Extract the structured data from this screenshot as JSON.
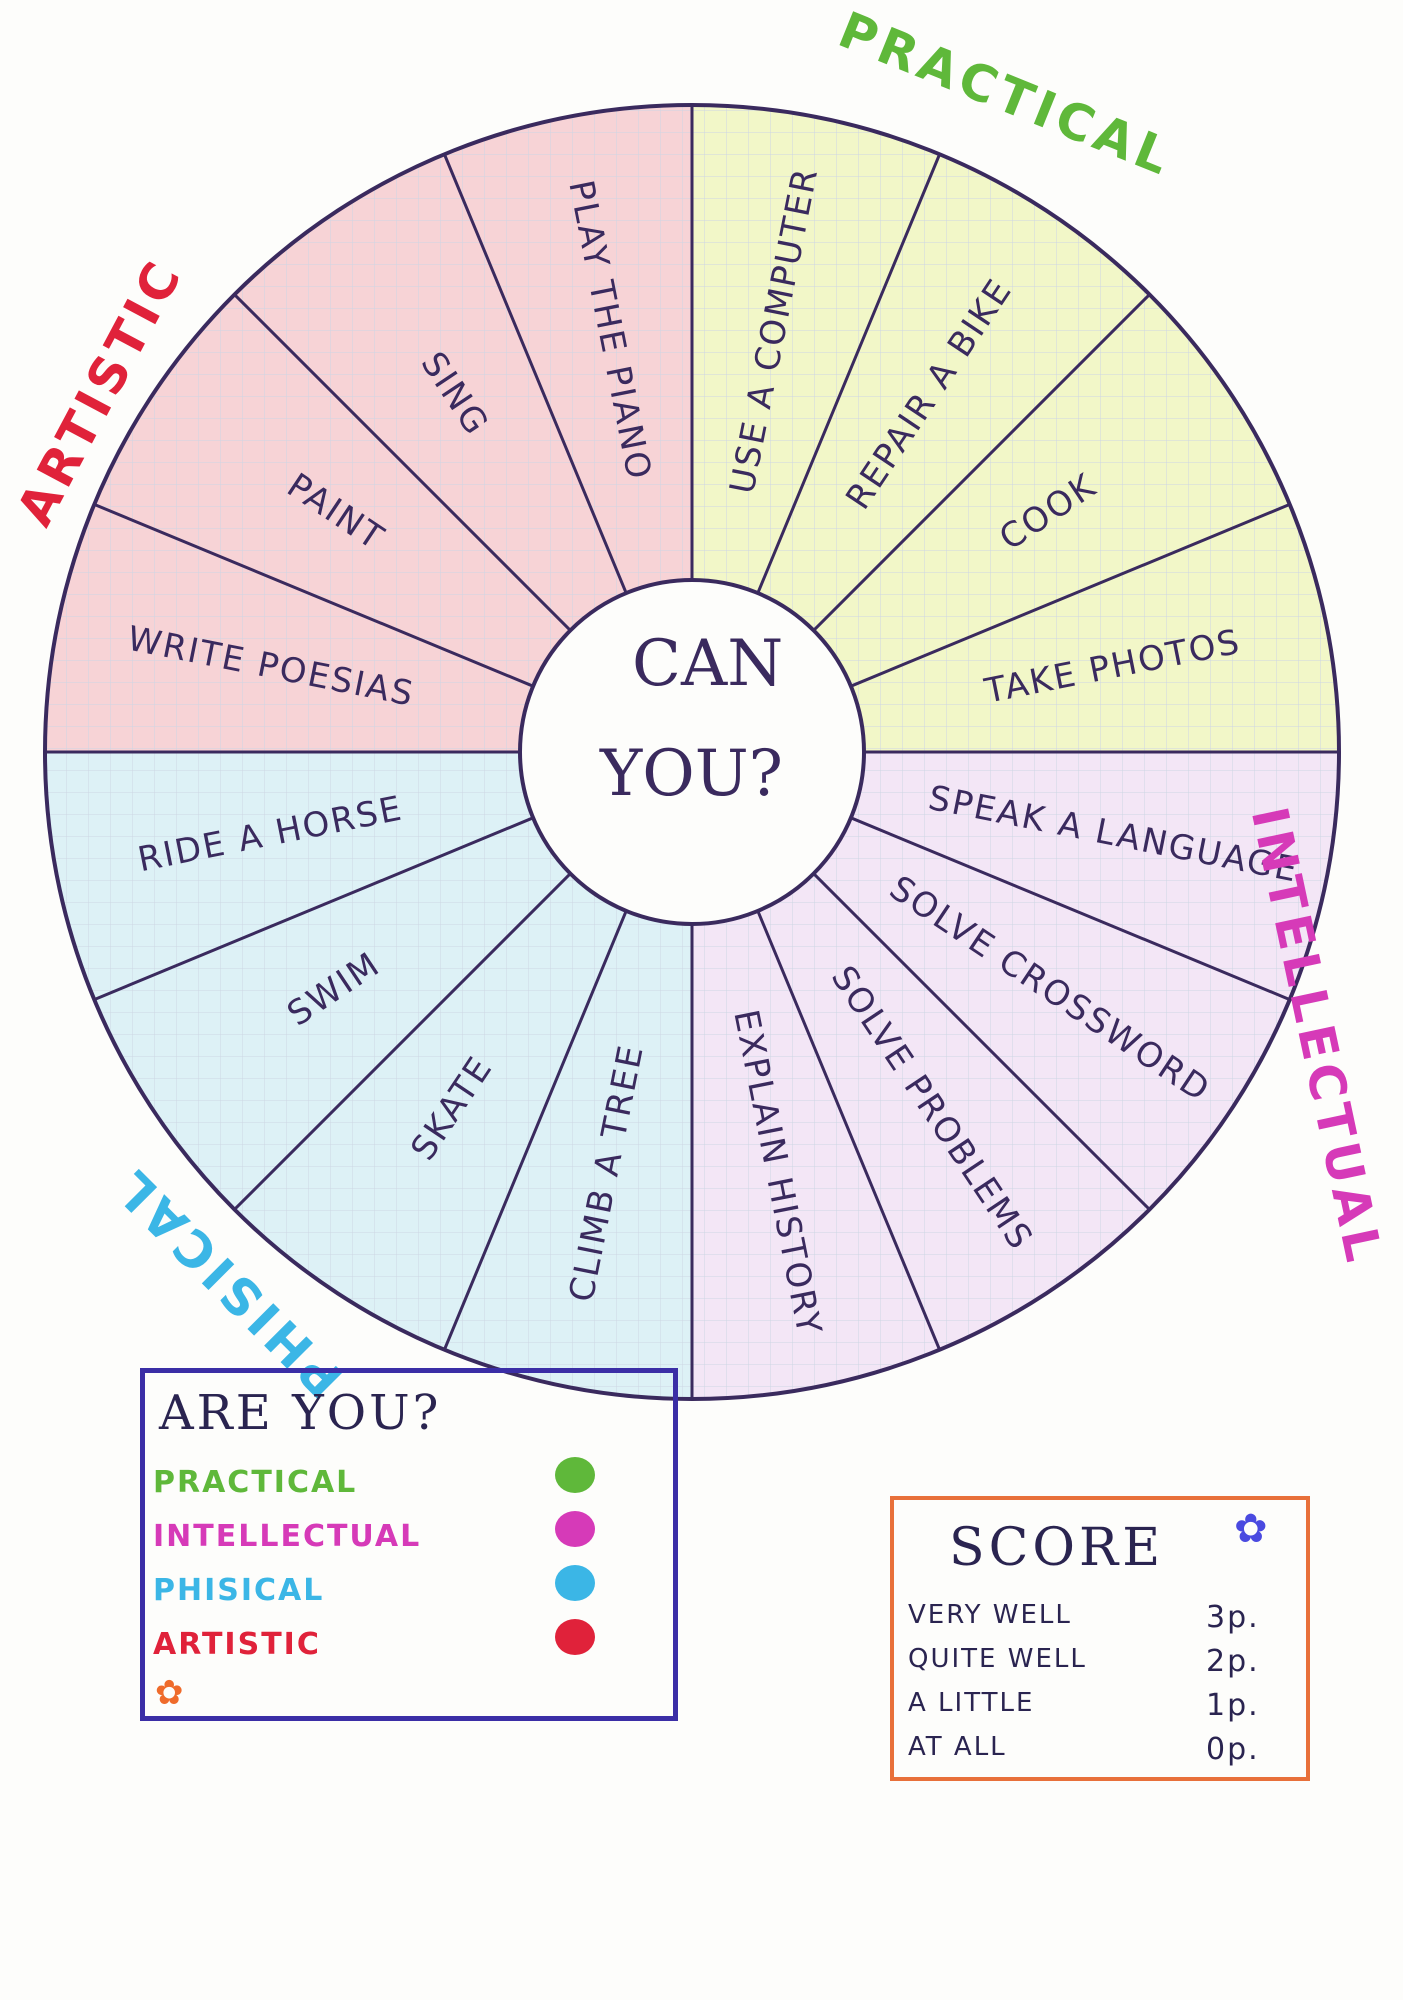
{
  "center": {
    "line1": "CAN",
    "line2": "YOU?"
  },
  "segments": [
    {
      "id": "use-computer",
      "label": "USE A COMPUTER",
      "group": "practical"
    },
    {
      "id": "repair-bike",
      "label": "REPAIR A BIKE",
      "group": "practical"
    },
    {
      "id": "cook",
      "label": "COOK",
      "group": "practical"
    },
    {
      "id": "take-photos",
      "label": "TAKE PHOTOS",
      "group": "practical"
    },
    {
      "id": "speak-language",
      "label": "SPEAK A LANGUAGE",
      "group": "intellectual"
    },
    {
      "id": "solve-crossword",
      "label": "SOLVE CROSSWORD",
      "group": "intellectual"
    },
    {
      "id": "solve-problems",
      "label": "SOLVE PROBLEMS",
      "group": "intellectual"
    },
    {
      "id": "explain-history",
      "label": "EXPLAIN HISTORY",
      "group": "intellectual"
    },
    {
      "id": "climb-tree",
      "label": "CLIMB A TREE",
      "group": "physical"
    },
    {
      "id": "skate",
      "label": "SKATE",
      "group": "physical"
    },
    {
      "id": "swim",
      "label": "SWIM",
      "group": "physical"
    },
    {
      "id": "ride-horse",
      "label": "RIDE A HORSE",
      "group": "physical"
    },
    {
      "id": "write-poesias",
      "label": "WRITE POESIAS",
      "group": "artistic"
    },
    {
      "id": "paint",
      "label": "PAINT",
      "group": "artistic"
    },
    {
      "id": "sing",
      "label": "SING",
      "group": "artistic"
    },
    {
      "id": "play-piano",
      "label": "PLAY THE PIANO",
      "group": "artistic"
    }
  ],
  "categories": {
    "practical": {
      "label": "PRACTICAL",
      "color": "#5fb83a",
      "fill": "#f2f7c8"
    },
    "intellectual": {
      "label": "INTELLECTUAL",
      "color": "#d63ab8",
      "fill": "#f3e6f6"
    },
    "physical": {
      "label": "PHISICAL",
      "color": "#3bb6e6",
      "fill": "#ddf1f6"
    },
    "artistic": {
      "label": "ARTISTIC",
      "color": "#e0223a",
      "fill": "#f7d3d6"
    }
  },
  "legend": {
    "title": "ARE YOU?",
    "items": [
      {
        "label": "PRACTICAL",
        "color": "#5fb83a"
      },
      {
        "label": "INTELLECTUAL",
        "color": "#d63ab8"
      },
      {
        "label": "PHISICAL",
        "color": "#3bb6e6"
      },
      {
        "label": "ARTISTIC",
        "color": "#e0223a"
      }
    ],
    "flower_icon": "flower-icon"
  },
  "score": {
    "title": "SCORE",
    "rows": [
      {
        "label": "VERY WELL",
        "points": "3p."
      },
      {
        "label": "QUITE WELL",
        "points": "2p."
      },
      {
        "label": "A LITTLE",
        "points": "1p."
      },
      {
        "label": "AT ALL",
        "points": "0p."
      }
    ],
    "flower_icon": "flower-icon"
  }
}
